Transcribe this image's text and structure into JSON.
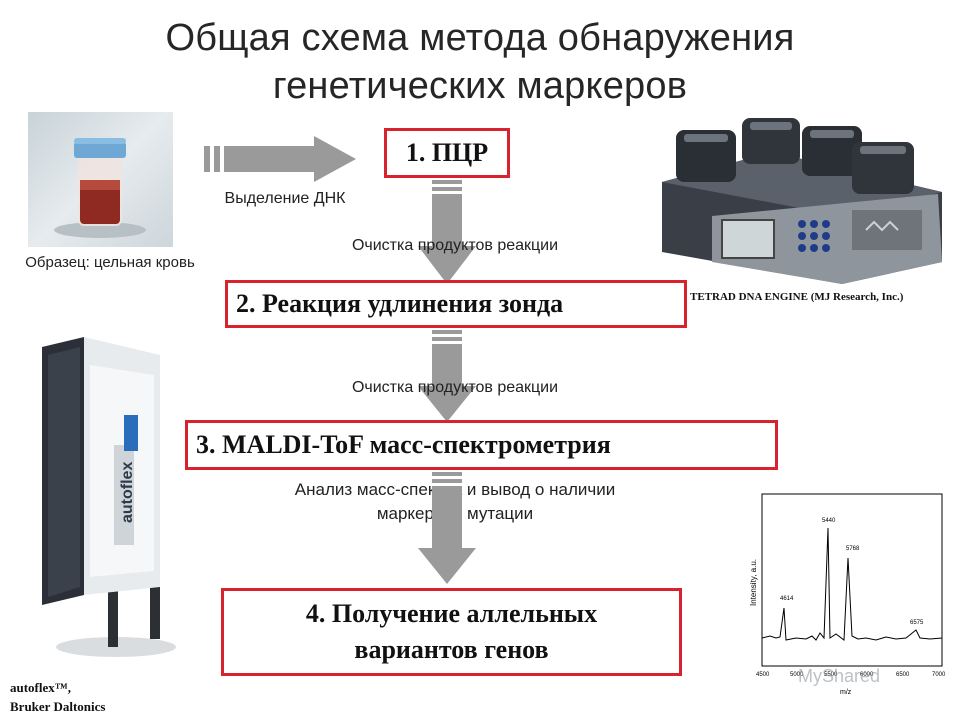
{
  "title": {
    "line1": "Общая схема метода обнаружения",
    "line2": "генетических маркеров"
  },
  "sample": {
    "label": "Образец: цельная кровь",
    "icon": "blood-sample-tube-icon"
  },
  "dna_extraction": {
    "label": "Выделение ДНК"
  },
  "steps": [
    {
      "label": "1. ПЦР"
    },
    {
      "label": "2. Реакция удлинения зонда"
    },
    {
      "label": "3. MALDI-ToF масс-спектрометрия"
    },
    {
      "line1": "4. Получение аллельных",
      "line2": "вариантов генов"
    }
  ],
  "transitions": {
    "purify_1": "Очистка продуктов реакции",
    "purify_2": "Очистка продуктов реакции",
    "analysis_line1": "Анализ масс-спектра и вывод о наличии",
    "analysis_line2": "маркерной мутации"
  },
  "thermocycler": {
    "caption": "TETRAD DNA ENGINE (MJ Research, Inc.)",
    "icon": "thermocycler-device-icon"
  },
  "mass_spec": {
    "caption_line1": "autoflex™,",
    "caption_line2": "Bruker Daltonics",
    "icon": "mass-spectrometer-device-icon",
    "brand_text": "autoflex"
  },
  "spectrum": {
    "ylabel": "Intensity, a.u.",
    "xlabel": "m/z",
    "peak_labels": [
      "4614",
      "5440",
      "5768",
      "6575"
    ],
    "tick_labels": [
      "4500",
      "5000",
      "5500",
      "6000",
      "6500",
      "7000"
    ],
    "watermark": "MyShared"
  },
  "colors": {
    "step_border": "#d8232f",
    "arrow_fill": "#9a9a9a"
  }
}
